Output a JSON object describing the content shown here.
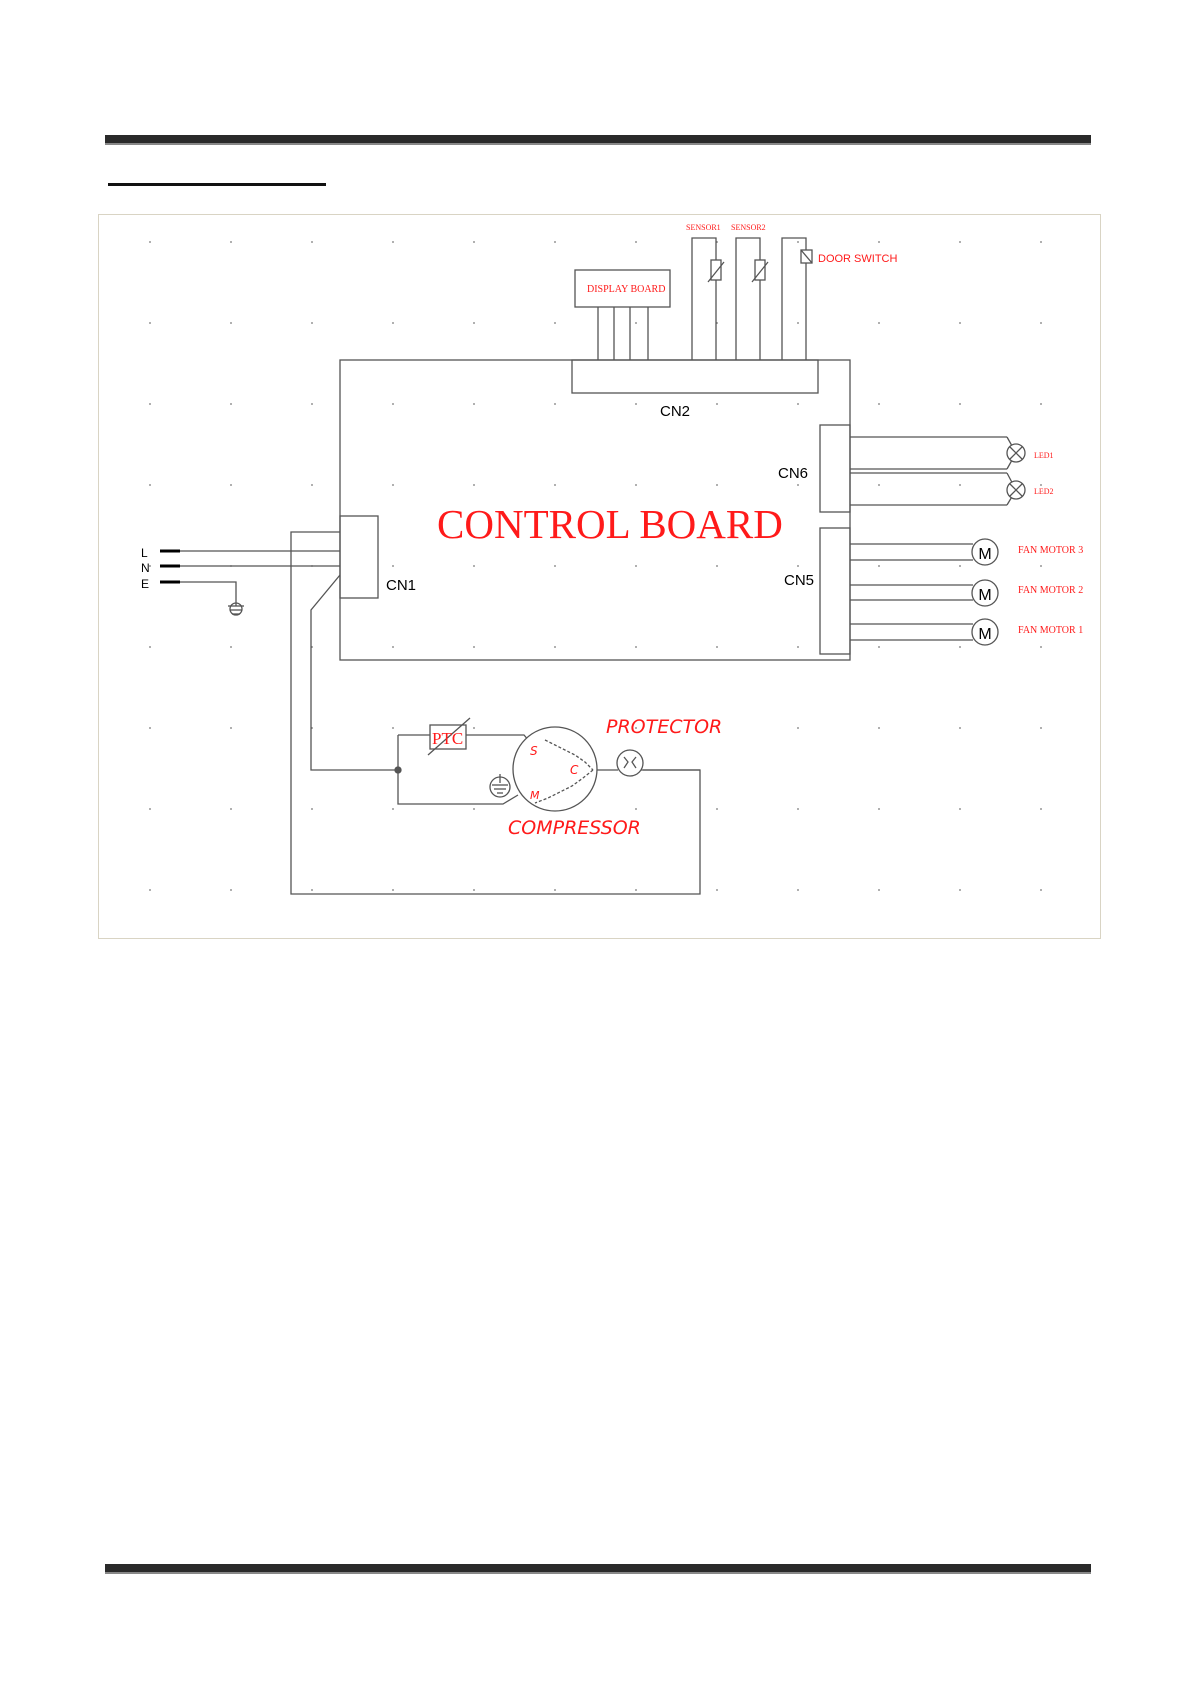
{
  "diagram": {
    "control_board": "CONTROL  BOARD",
    "connectors": {
      "cn1": "CN1",
      "cn2": "CN2",
      "cn5": "CN5",
      "cn6": "CN6"
    },
    "display_board": "DISPLAY BOARD",
    "sensor1": "SENSOR1",
    "sensor2": "SENSOR2",
    "door_switch": "DOOR SWITCH",
    "leds": [
      "LED1",
      "LED2"
    ],
    "fan_motors": [
      "FAN MOTOR 3",
      "FAN MOTOR 2",
      "FAN MOTOR 1"
    ],
    "motor_symbol": "M",
    "power": {
      "l": "L",
      "n": "N",
      "e": "E"
    },
    "ptc": "PTC",
    "protector": "PROTECTOR",
    "compressor": "COMPRESSOR",
    "terminals": {
      "s": "S",
      "c": "C",
      "m": "M"
    }
  },
  "colors": {
    "label_red": "#ff1a1a",
    "wire": "#555555",
    "frame": "#d9d4c4"
  }
}
